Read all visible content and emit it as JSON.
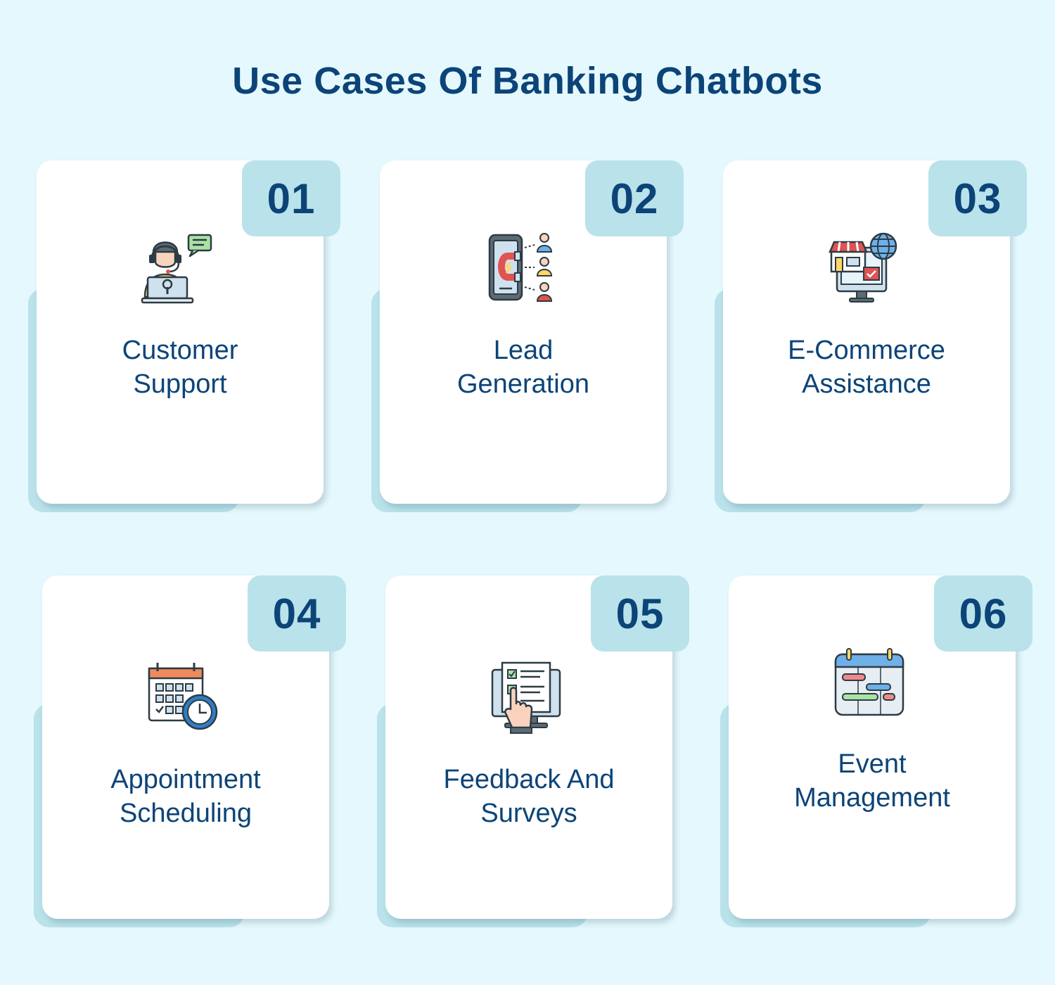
{
  "title": "Use Cases Of Banking Chatbots",
  "cards": [
    {
      "number": "01",
      "line1": "Customer",
      "line2": "Support",
      "icon": "customer-support-agent-icon"
    },
    {
      "number": "02",
      "line1": "Lead",
      "line2": "Generation",
      "icon": "lead-magnet-phone-icon"
    },
    {
      "number": "03",
      "line1": "E-Commerce",
      "line2": "Assistance",
      "icon": "online-store-globe-icon"
    },
    {
      "number": "04",
      "line1": "Appointment",
      "line2": "Scheduling",
      "icon": "calendar-clock-icon"
    },
    {
      "number": "05",
      "line1": "Feedback And",
      "line2": "Surveys",
      "icon": "survey-checklist-monitor-icon"
    },
    {
      "number": "06",
      "line1": "Event",
      "line2": "Management",
      "icon": "event-schedule-calendar-icon"
    }
  ]
}
